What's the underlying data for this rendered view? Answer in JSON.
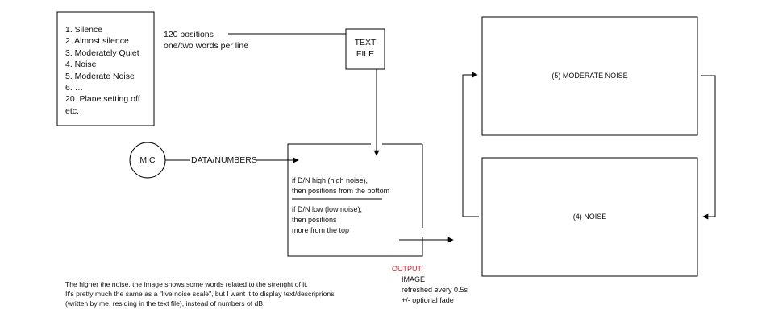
{
  "scale_list": {
    "items": [
      "1. Silence",
      "2. Almost silence",
      "3. Moderately Quiet",
      "4. Noise",
      "5. Moderate Noise",
      "6. …",
      "20. Plane setting off",
      "etc."
    ]
  },
  "positions_note": {
    "line1": "120 positions",
    "line2": "one/two words per line"
  },
  "text_file": {
    "line1": "TEXT",
    "line2": "FILE"
  },
  "mic": {
    "label": "MIC"
  },
  "data_label": "DATA/NUMBERS",
  "processor": {
    "rule_high": [
      "if D/N high (high noise),",
      "then positions from the bottom"
    ],
    "rule_low": [
      "if D/N low (low noise),",
      "then positions",
      "more from the top"
    ]
  },
  "output": {
    "title": "OUTPUT:",
    "lines": [
      "IMAGE",
      "refreshed every 0.5s",
      "+/- optional fade"
    ]
  },
  "screens": {
    "top": "(5) MODERATE NOISE",
    "bottom": "(4) NOISE"
  },
  "footnote": [
    "The higher the noise, the image shows some words related to the strenght of it.",
    "It's pretty much the same as a \"live noise scale\", but I want it to display text/descriprions",
    "(written by me, residing in the text file), instead of numbers of dB."
  ],
  "colors": {
    "stroke": "#000000",
    "output_title": "#d0202a"
  }
}
